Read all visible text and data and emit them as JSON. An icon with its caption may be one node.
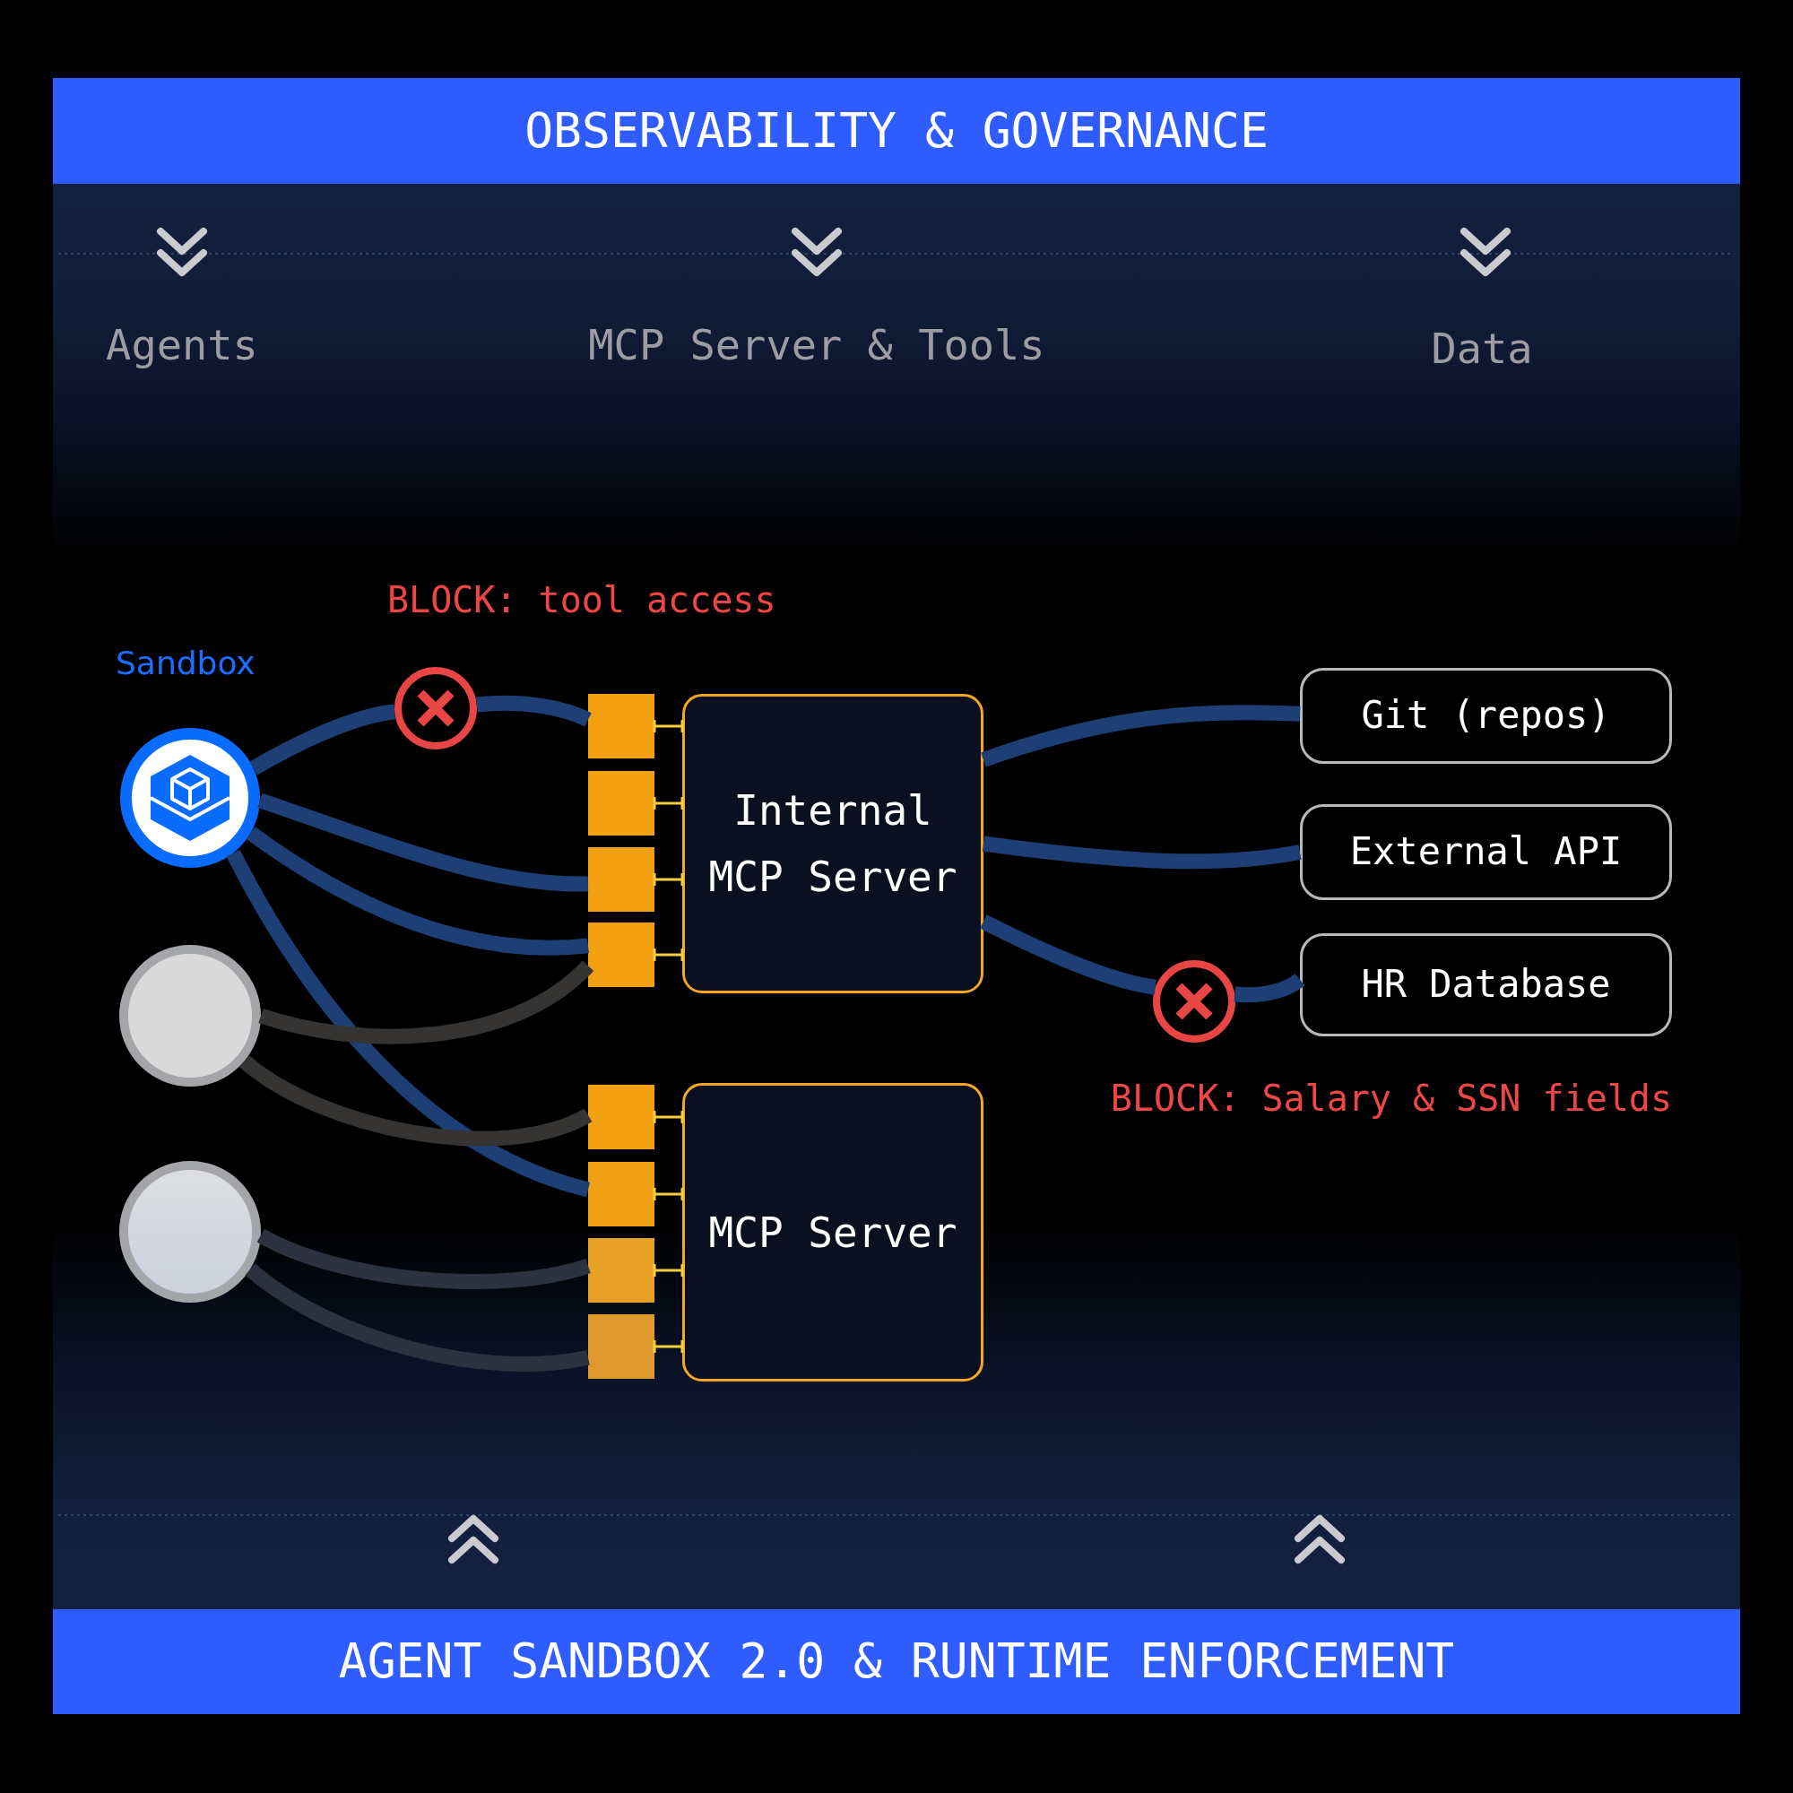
{
  "diagram": {
    "nodes": [
      {
        "text": [
          "OBSERVABILITY & GOVERNANCE"
        ]
      },
      {
        "text": [],
        "shape": "circle",
        "beside": [
          "Sandbox"
        ]
      },
      {
        "text": [],
        "shape": "circle"
      },
      {
        "text": [],
        "shape": "circle"
      },
      {
        "text": [],
        "shape": "circle",
        "beside": [
          "BLOCK: tool access"
        ]
      },
      {
        "text": [],
        "shape": "box"
      },
      {
        "text": [],
        "shape": "box"
      },
      {
        "text": [],
        "shape": "box"
      },
      {
        "text": [],
        "shape": "box"
      },
      {
        "text": [
          "Internal MCP Server"
        ]
      },
      {
        "text": [],
        "shape": "box"
      },
      {
        "text": [],
        "shape": "box"
      },
      {
        "text": [],
        "shape": "box"
      },
      {
        "text": [],
        "shape": "box"
      },
      {
        "text": [
          "MCP Server"
        ]
      },
      {
        "text": [
          "Git (repos)"
        ]
      },
      {
        "text": [
          "External API"
        ]
      },
      {
        "text": [
          "HR Database"
        ]
      },
      {
        "text": [],
        "shape": "circle",
        "beside": [
          "BLOCK: Salary & SSN fields"
        ]
      },
      {
        "text": [
          "AGENT SANDBOX 2.0 & RUNTIME ENFORCEMENT"
        ]
      }
    ],
    "edges": [
      {
        "from": 1,
        "to": 4,
        "arrow": "none"
      },
      {
        "from": 4,
        "to": 5,
        "arrow": "none"
      },
      {
        "from": 1,
        "to": 7,
        "arrow": "none"
      },
      {
        "from": 1,
        "to": 8,
        "arrow": "none"
      },
      {
        "from": 1,
        "to": 11,
        "arrow": "none"
      },
      {
        "from": 2,
        "to": 8,
        "arrow": "none",
        "color": "#353433"
      },
      {
        "from": 2,
        "to": 10,
        "arrow": "none",
        "color": "#353433"
      },
      {
        "from": 3,
        "to": 12,
        "arrow": "none",
        "color": "#2c3240"
      },
      {
        "from": 3,
        "to": 13,
        "arrow": "none",
        "color": "#2c3240"
      },
      {
        "from": 5,
        "to": 9,
        "arrow": "other",
        "color": "#f4d03f"
      },
      {
        "from": 6,
        "to": 9,
        "arrow": "other",
        "color": "#f4d03f"
      },
      {
        "from": 7,
        "to": 9,
        "arrow": "other",
        "color": "#f4d03f"
      },
      {
        "from": 8,
        "to": 9,
        "arrow": "other",
        "color": "#f4d03f"
      },
      {
        "from": 10,
        "to": 14,
        "arrow": "other",
        "color": "#f4d03f"
      },
      {
        "from": 11,
        "to": 14,
        "arrow": "other",
        "color": "#f4d03f"
      },
      {
        "from": 12,
        "to": 14,
        "arrow": "other",
        "color": "#f4d03f"
      },
      {
        "from": 13,
        "to": 14,
        "arrow": "other",
        "color": "#f4d03f"
      },
      {
        "from": 9,
        "to": 15,
        "arrow": "none"
      },
      {
        "from": 9,
        "to": 16,
        "arrow": "none"
      },
      {
        "from": 9,
        "to": 18,
        "arrow": "none"
      },
      {
        "from": 18,
        "to": 17,
        "arrow": "none"
      }
    ],
    "labels": [
      "Agents",
      "MCP Server & Tools",
      "Data"
    ]
  }
}
